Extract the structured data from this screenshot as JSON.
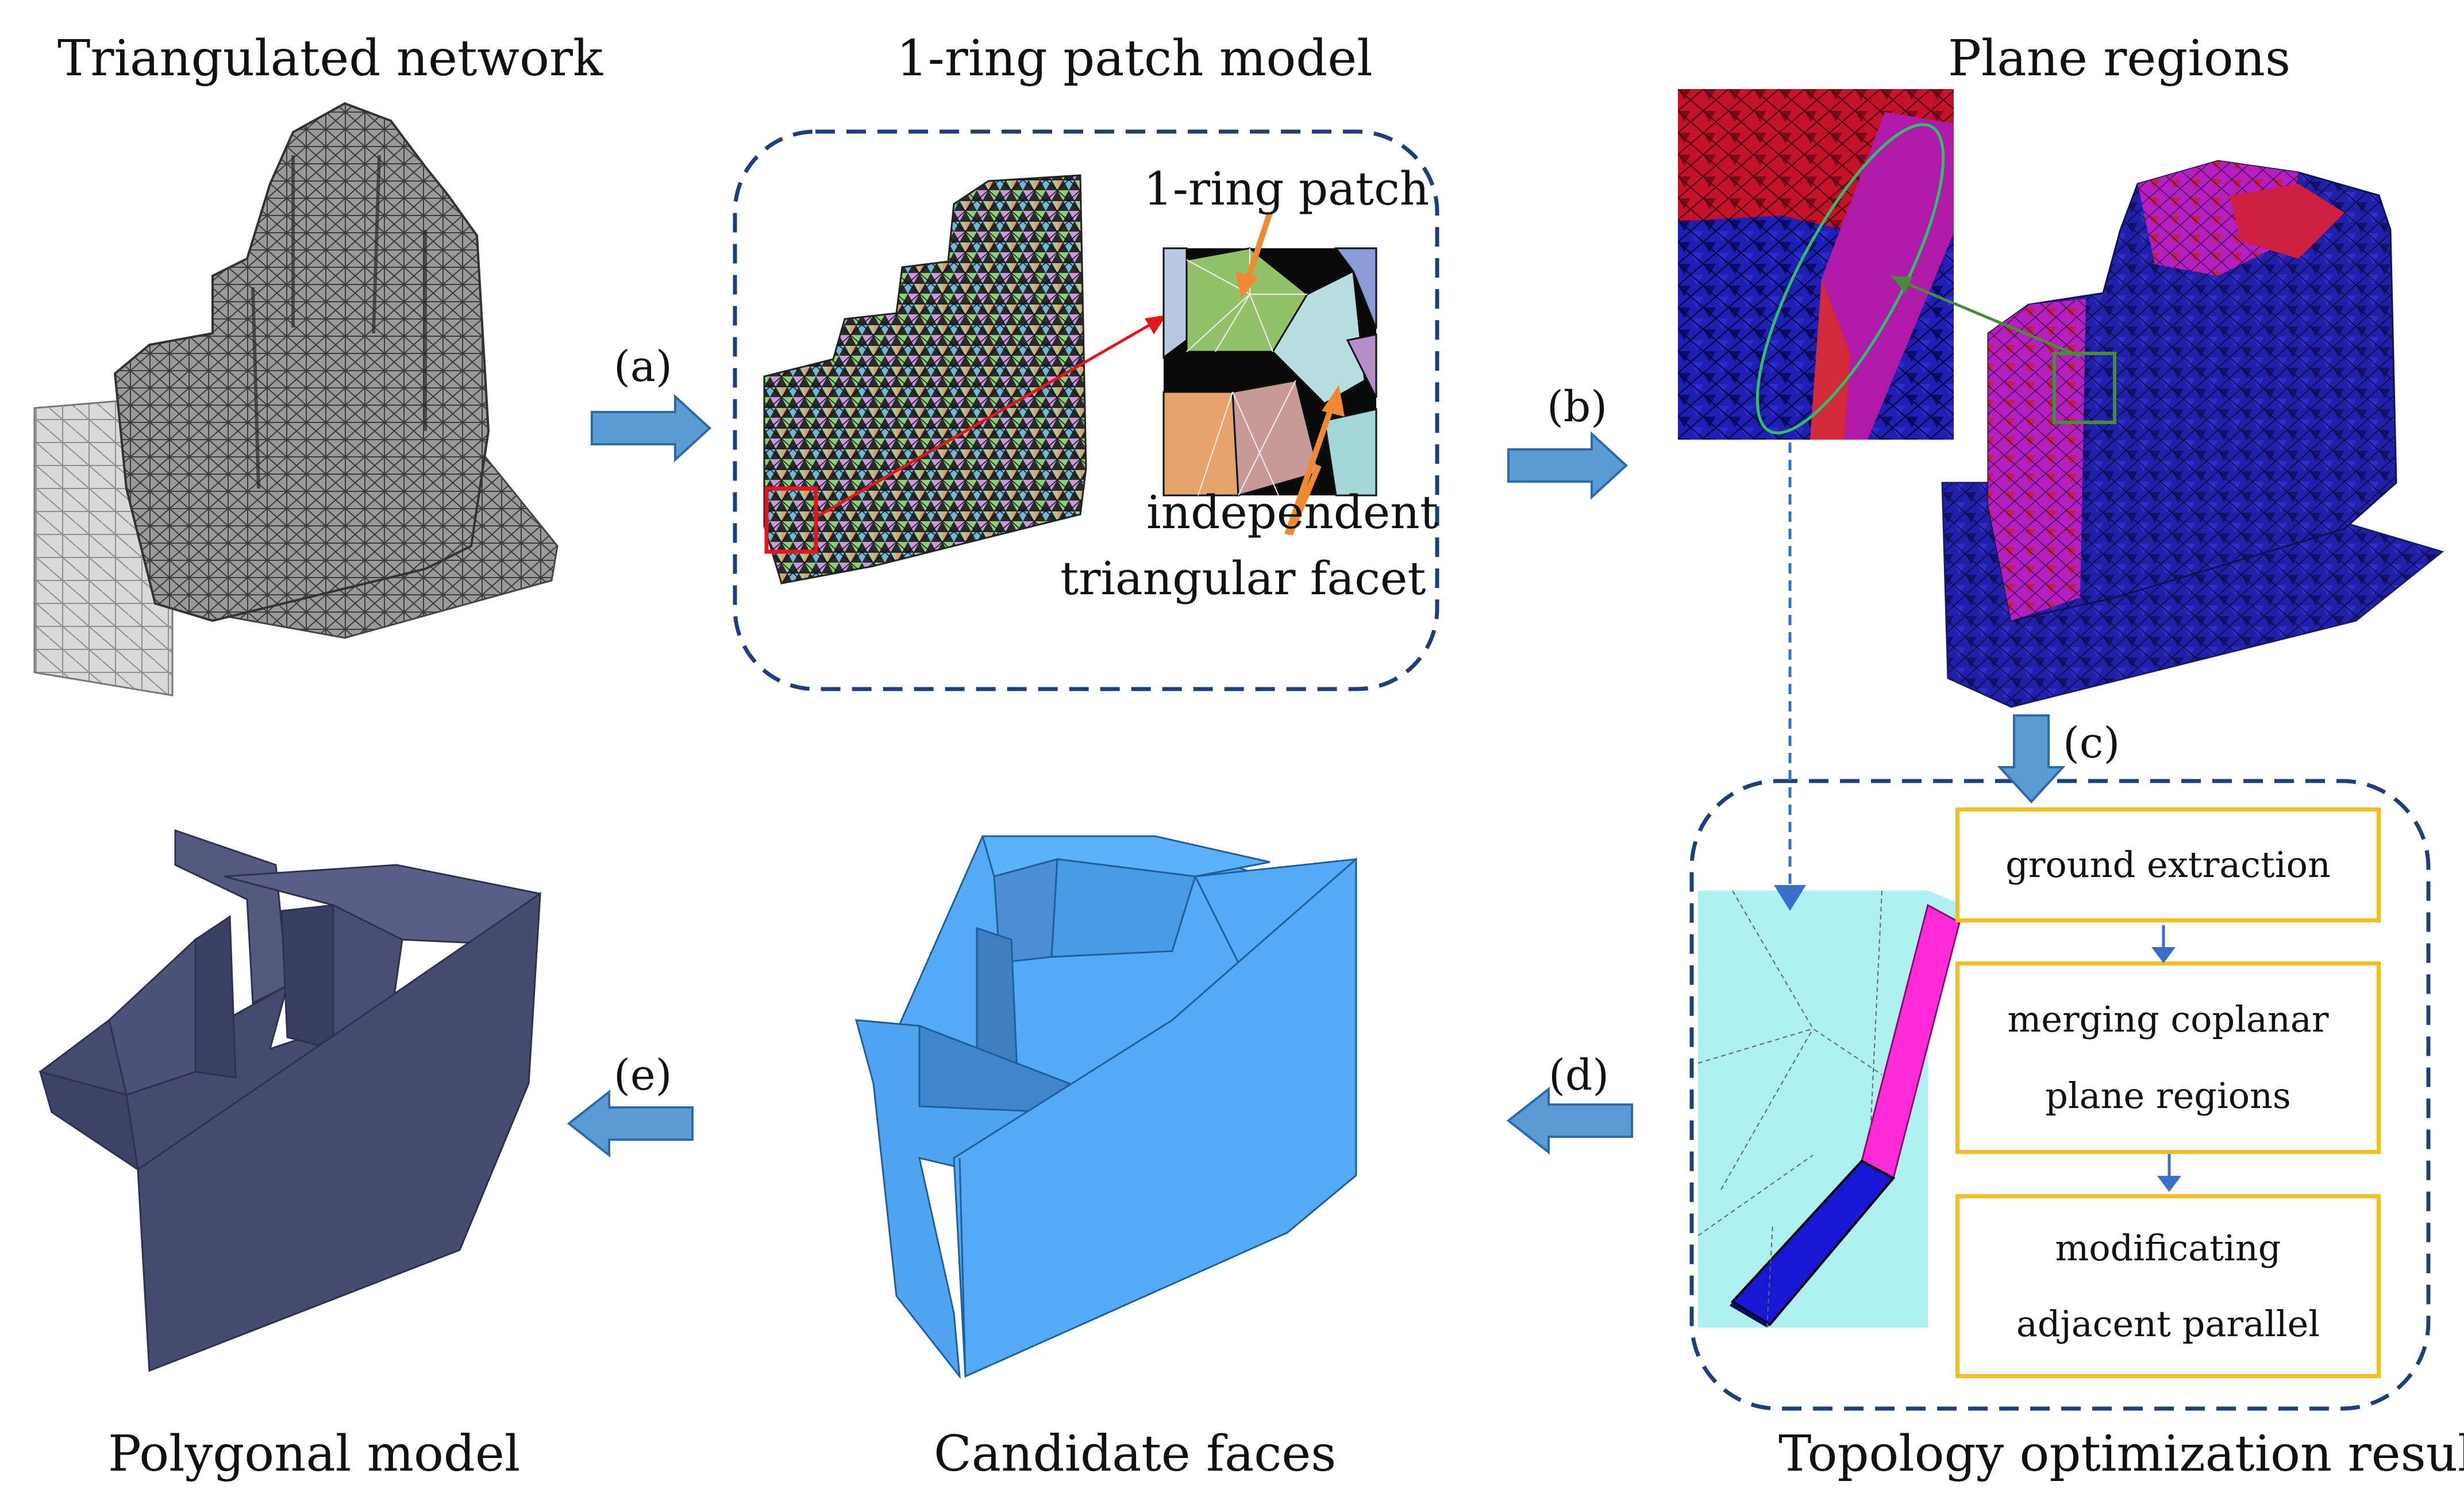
{
  "titles": {
    "triangulated": "Triangulated network",
    "patch_model": "1-ring patch model",
    "plane_regions": "Plane regions",
    "polygonal": "Polygonal model",
    "candidate": "Candidate faces",
    "topology": "Topology optimization result"
  },
  "steps": {
    "a": "(a)",
    "b": "(b)",
    "c": "(c)",
    "d": "(d)",
    "e": "(e)"
  },
  "annotations": {
    "one_ring_patch": "1-ring patch",
    "independent_line1": "independent",
    "independent_line2": "triangular facet"
  },
  "process_boxes": {
    "ground": "ground extraction",
    "merging_line1": "merging coplanar",
    "merging_line2": "plane regions",
    "modify_line1": "modificating",
    "modify_line2": "adjacent parallel"
  },
  "colors": {
    "arrow_fill": "#5b9bd5",
    "arrow_stroke": "#2e6aa8",
    "dashed_border": "#1f3f7a",
    "process_border": "#f5bd1f",
    "mesh_gray": "#7a7a7a",
    "polygonal": "#454a6e",
    "candidate": "#55aaf5",
    "plane_blue": "#1a1aa8",
    "plane_red": "#c8102e",
    "plane_magenta": "#c81ec8",
    "cyan_face": "#aef0ef",
    "magenta_face": "#ff2bd6"
  }
}
